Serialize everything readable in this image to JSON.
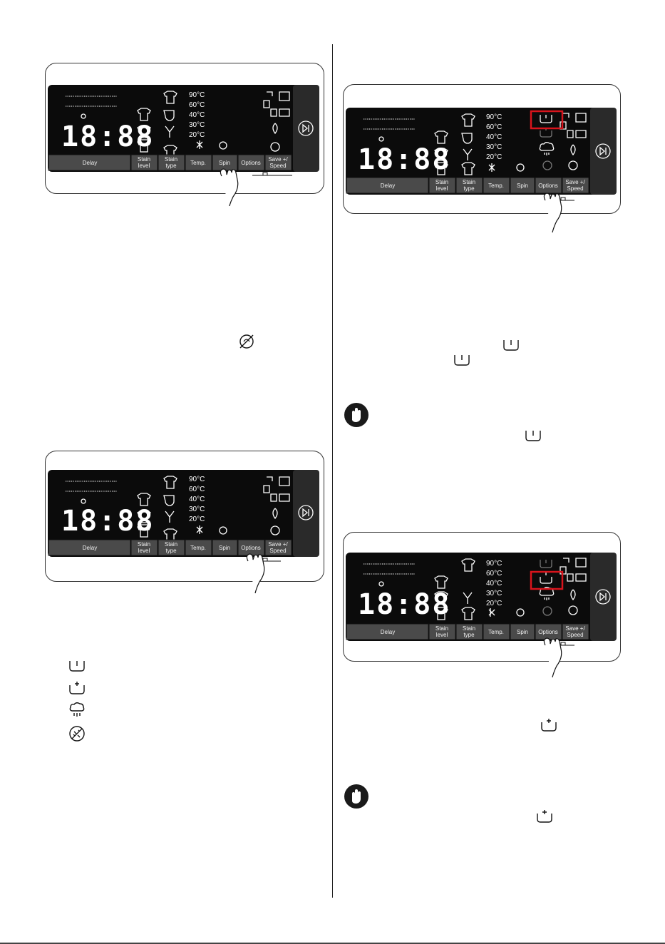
{
  "panel": {
    "display_digits": "18:88",
    "temperatures": [
      "90°C",
      "60°C",
      "40°C",
      "30°C",
      "20°C"
    ],
    "buttons": {
      "delay": "Delay",
      "stain_level": [
        "Stain",
        "level"
      ],
      "stain_type": [
        "Stain",
        "type"
      ],
      "temp": "Temp.",
      "spin": "Spin",
      "options": "Options",
      "save_speed": [
        "Save +/",
        "Speed"
      ]
    }
  },
  "panels": [
    {
      "id": "panel-1",
      "pressed_button": "spin",
      "highlight": "none"
    },
    {
      "id": "panel-2",
      "pressed_button": "options",
      "highlight": "none"
    },
    {
      "id": "panel-3",
      "pressed_button": "options",
      "highlight": "prewash"
    },
    {
      "id": "panel-4",
      "pressed_button": "options",
      "highlight": "extra-rinse"
    }
  ],
  "colors": {
    "panel_bg": "#0b0b0b",
    "button_bg": "#4a4a4a",
    "highlight": "#d8141c",
    "text": "#111111"
  },
  "icons": [
    "prewash-icon",
    "extra-rinse-icon",
    "steam-icon",
    "no-spin-icon",
    "spin-off-icon",
    "warning-hand-icon",
    "play-pause-icon"
  ]
}
